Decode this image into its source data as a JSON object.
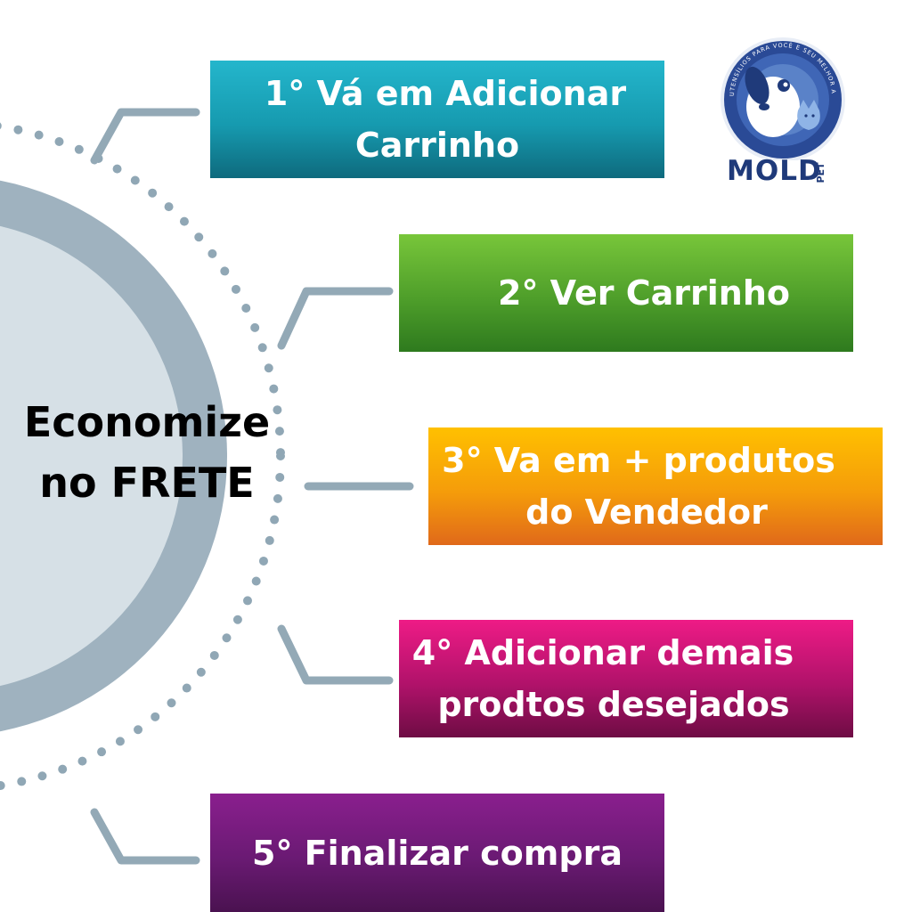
{
  "center": {
    "line1": "Economize",
    "line2": "no FRETE"
  },
  "steps": [
    {
      "line1": "1° Vá em Adicionar",
      "line2": "Carrinho",
      "color": "#169aaf"
    },
    {
      "line1": "2° Ver Carrinho",
      "color": "#4e9e2a"
    },
    {
      "line1": "3° Va em + produtos",
      "line2": "do Vendedor",
      "color": "#f59c0a"
    },
    {
      "line1": "4° Adicionar demais",
      "line2": "prodtos desejados",
      "color": "#b0126a"
    },
    {
      "line1": "5° Finalizar compra",
      "color": "#6a1a73"
    }
  ],
  "logo": {
    "word": "MOLD",
    "word_small": "PET",
    "ring_text": "UTENSÍLIOS PARA VOCÊ E SEU MELHOR AMIGO",
    "icon": "dog-and-cat-icon"
  },
  "colors": {
    "circle_fill": "#d6e0e6",
    "circle_ring": "#9fb2bf",
    "connector": "#93a9b6",
    "dots": "#90a7b5"
  }
}
